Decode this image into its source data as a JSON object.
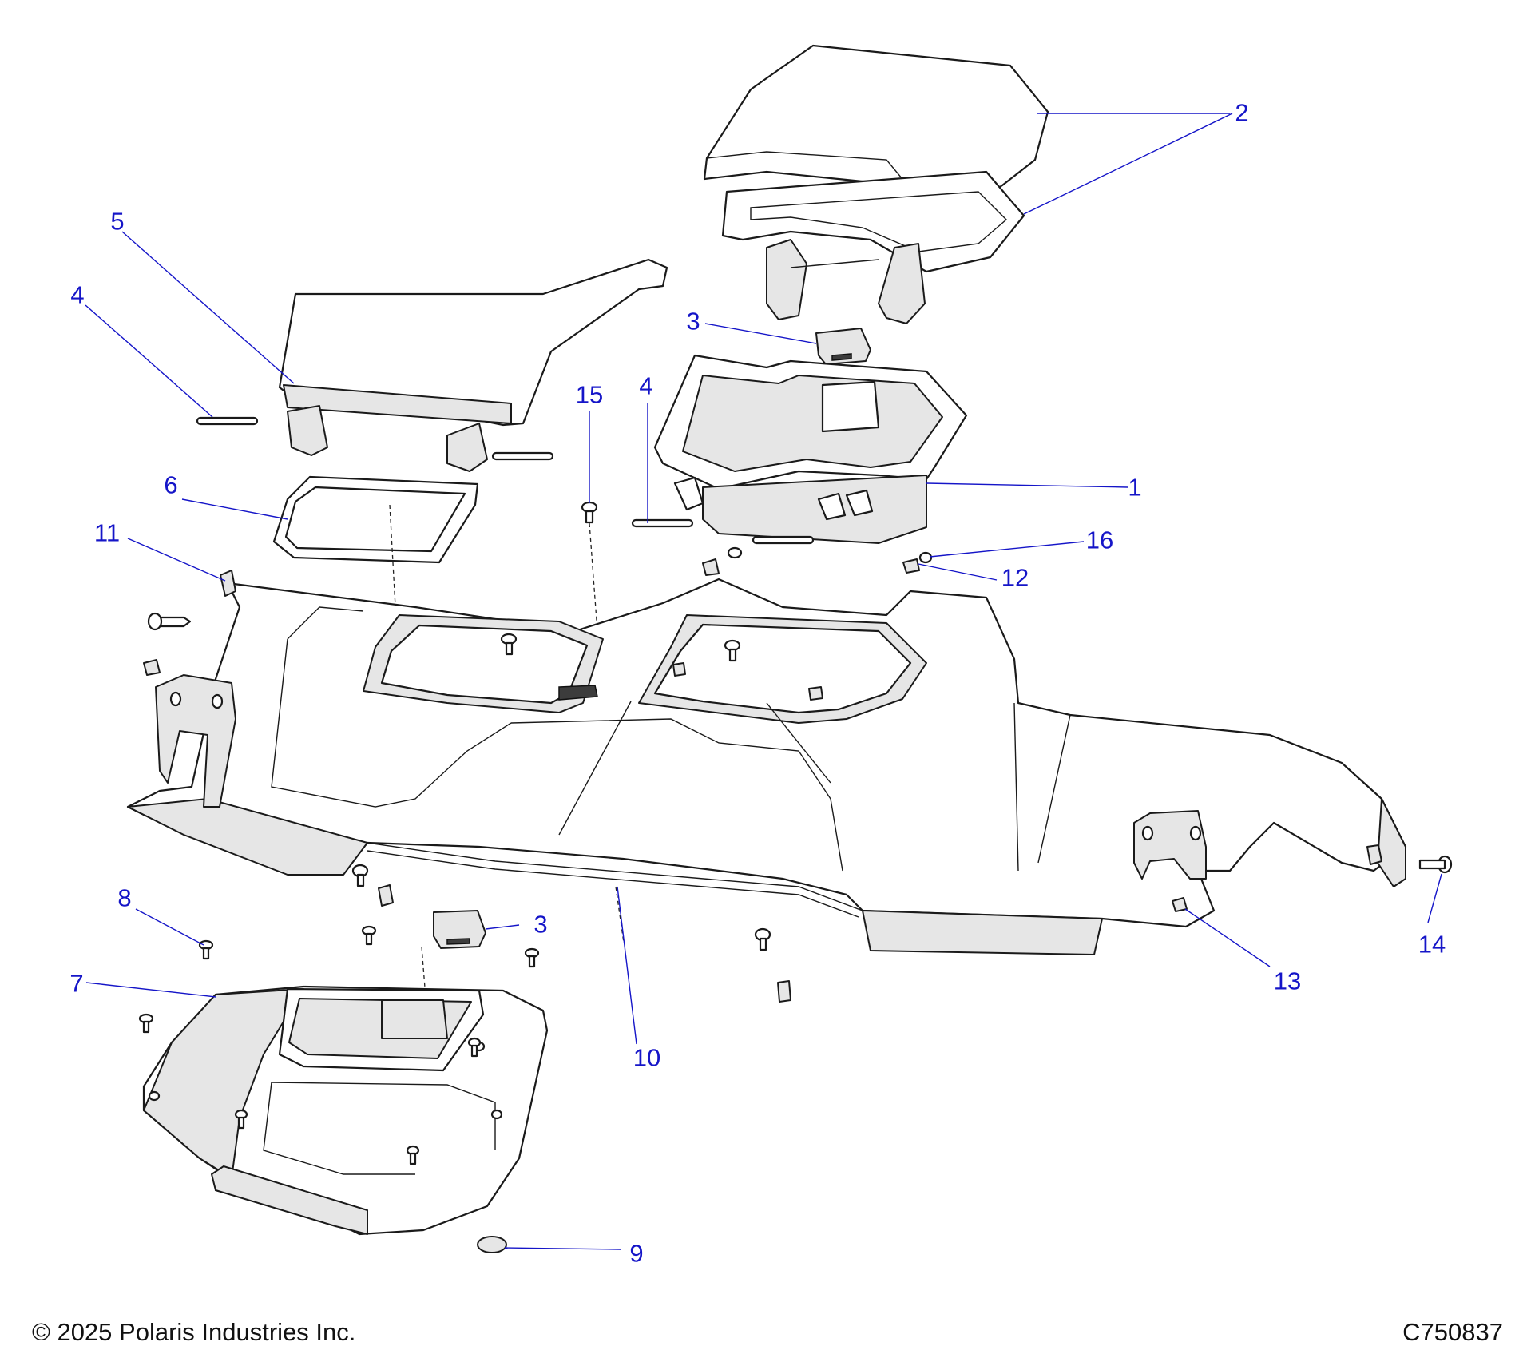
{
  "diagram": {
    "callouts": {
      "c1": "1",
      "c2": "2",
      "c3a": "3",
      "c3b": "3",
      "c4a": "4",
      "c4b": "4",
      "c5": "5",
      "c6": "6",
      "c7": "7",
      "c8": "8",
      "c9": "9",
      "c10": "10",
      "c11": "11",
      "c12": "12",
      "c13": "13",
      "c14": "14",
      "c15": "15",
      "c16": "16"
    },
    "colors": {
      "callout": "#1515c8",
      "line_art": "#1a1a1a"
    }
  },
  "footer": {
    "copyright": "© 2025 Polaris Industries Inc.",
    "figure_code": "C750837"
  }
}
